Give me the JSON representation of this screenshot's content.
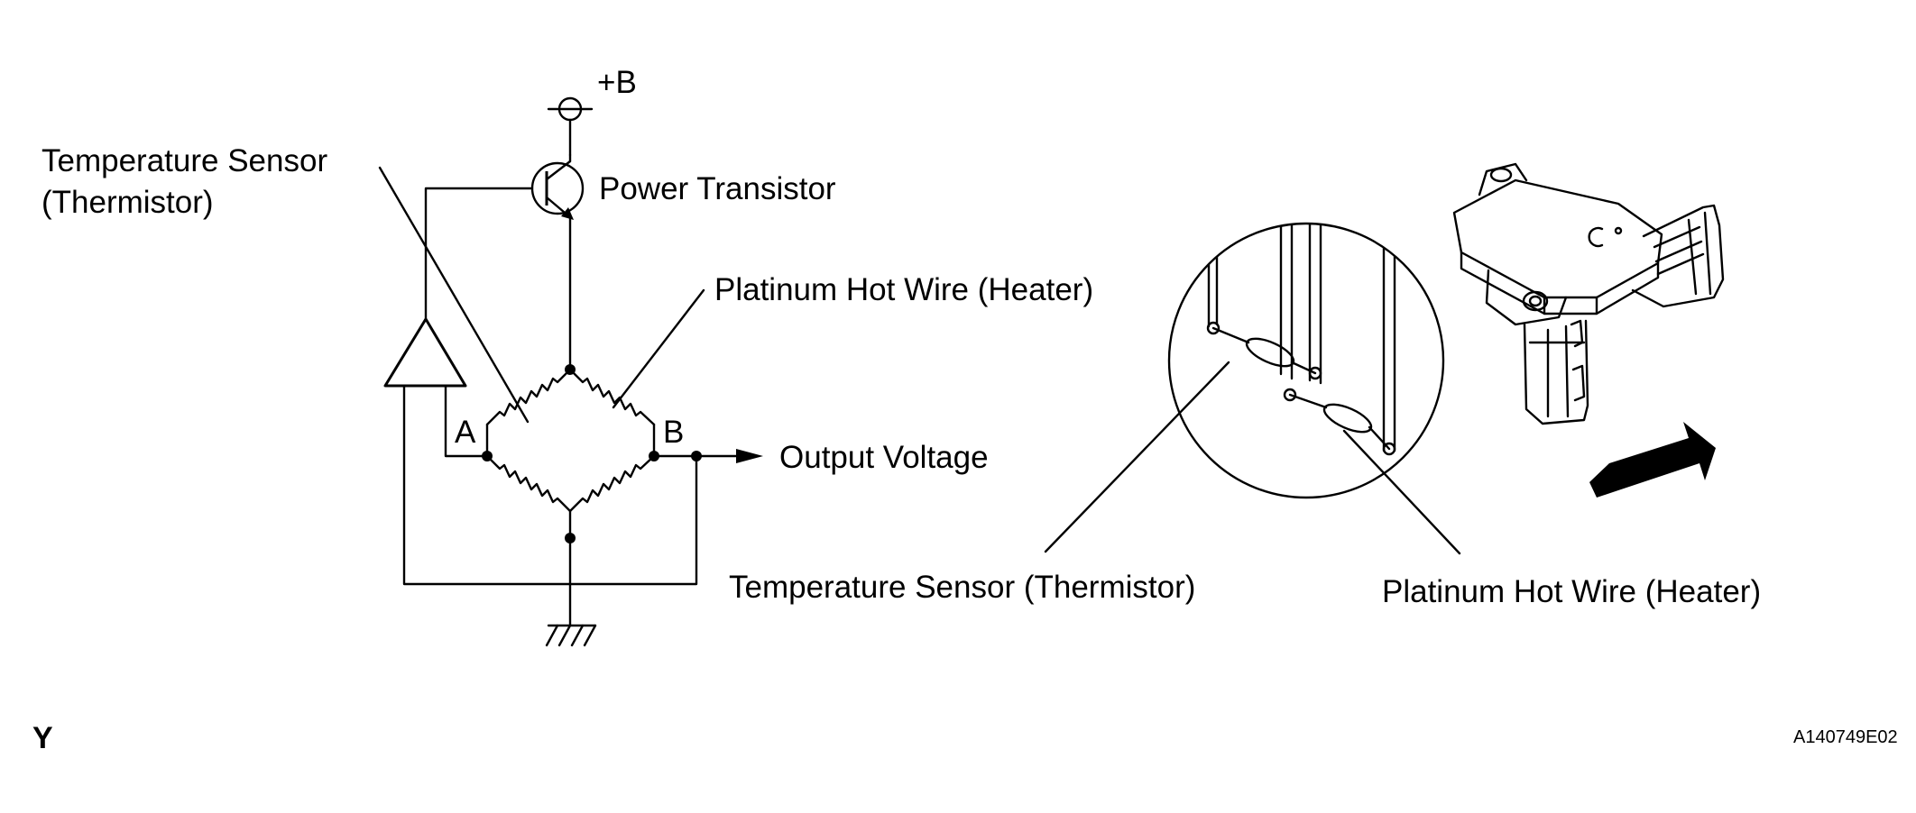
{
  "circuit": {
    "supply_label": "+B",
    "transistor_label": "Power Transistor",
    "thermistor_label_line1": "Temperature Sensor",
    "thermistor_label_line2": "(Thermistor)",
    "heater_label": "Platinum Hot Wire (Heater)",
    "node_a_label": "A",
    "node_b_label": "B",
    "output_label": "Output Voltage"
  },
  "sensor_detail": {
    "thermistor_label": "Temperature Sensor (Thermistor)",
    "heater_label": "Platinum Hot Wire (Heater)"
  },
  "footer": {
    "left_code": "Y",
    "figure_id": "A140749E02"
  }
}
